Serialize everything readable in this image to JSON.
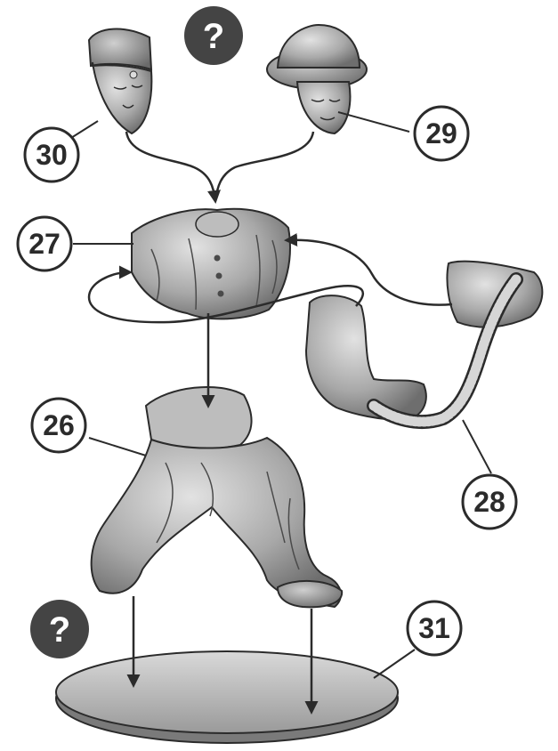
{
  "parts": [
    {
      "id": "p30",
      "number": "30",
      "name": "head with side cap"
    },
    {
      "id": "p29",
      "number": "29",
      "name": "head with steel helmet"
    },
    {
      "id": "p27",
      "number": "27",
      "name": "torso"
    },
    {
      "id": "p28",
      "number": "28",
      "name": "arms with ammunition belt"
    },
    {
      "id": "p26",
      "number": "26",
      "name": "legs"
    },
    {
      "id": "p31",
      "number": "31",
      "name": "base"
    }
  ],
  "help_marks": [
    {
      "id": "help-top",
      "glyph": "?"
    },
    {
      "id": "help-bottom",
      "glyph": "?"
    }
  ],
  "colors": {
    "outline": "#2b2b2b",
    "part_fill": "#a9a9a9",
    "part_light": "#d4d4d4",
    "help_fill": "#444444"
  }
}
